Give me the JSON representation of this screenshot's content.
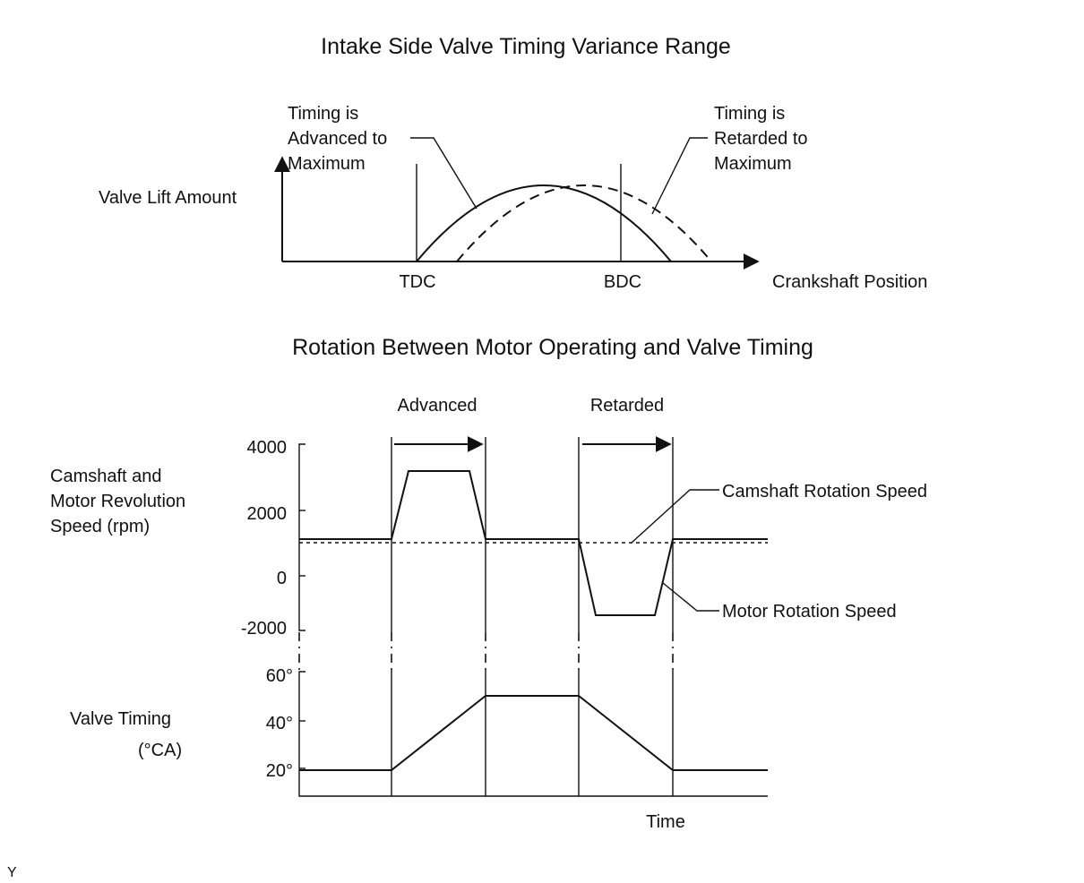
{
  "top": {
    "title": "Intake Side Valve Timing Variance Range",
    "y_label": "Valve Lift Amount",
    "x_label": "Crankshaft Position",
    "tdc": "TDC",
    "bdc": "BDC",
    "advanced_note": [
      "Timing is",
      "Advanced to",
      "Maximum"
    ],
    "retarded_note": [
      "Timing is",
      "Retarded to",
      "Maximum"
    ]
  },
  "bottom": {
    "title": "Rotation Between Motor Operating and Valve Timing",
    "phase_advanced": "Advanced",
    "phase_retarded": "Retarded",
    "speed_label": [
      "Camshaft and",
      "Motor Revolution",
      "Speed (rpm)"
    ],
    "speed_ticks": [
      "4000",
      "2000",
      "0",
      "-2000"
    ],
    "camshaft_label": "Camshaft Rotation Speed",
    "motor_label": "Motor Rotation Speed",
    "timing_label": [
      "Valve Timing",
      "(°CA)"
    ],
    "timing_ticks": [
      "60°",
      "40°",
      "20°"
    ],
    "time_label": "Time"
  },
  "corner_mark": "Y"
}
